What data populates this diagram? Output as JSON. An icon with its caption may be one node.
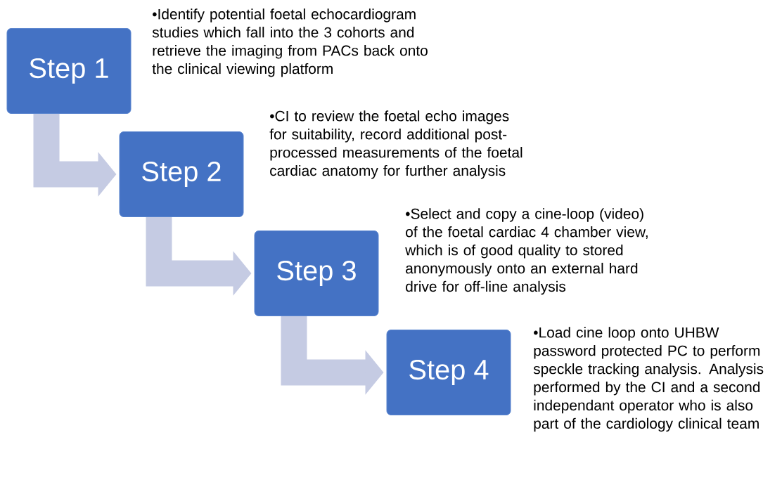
{
  "diagram": {
    "nodes": [
      {
        "text": [
          "Step 1"
        ],
        "beside": [
          "•Identify potential foetal echocardiogram studies which fall into the 3 cohorts and retrieve the imaging from PACs back onto the clinical viewing platform"
        ]
      },
      {
        "text": [
          "Step 2"
        ],
        "beside": [
          "•CI to review the foetal echo images for suitability, record additional post-processed measurements of the foetal cardiac anatomy for further analysis"
        ]
      },
      {
        "text": [
          "Step 3"
        ],
        "beside": [
          "•Select and copy a cine-loop (video) of the foetal cardiac 4 chamber view, which is of good quality to stored anonymously onto an external hard drive for off-line analysis"
        ]
      },
      {
        "text": [
          "Step 4"
        ],
        "beside": [
          "•Load cine loop onto UHBW password protected PC to perform speckle tracking analysis. Analysis performed by the CI and a second independant operator who is also part of the cardiology clinical team"
        ]
      }
    ],
    "edges": [
      {
        "from": 0,
        "to": 1,
        "arrow": "to"
      },
      {
        "from": 1,
        "to": 2,
        "arrow": "to"
      },
      {
        "from": 2,
        "to": 3,
        "arrow": "to"
      }
    ]
  }
}
